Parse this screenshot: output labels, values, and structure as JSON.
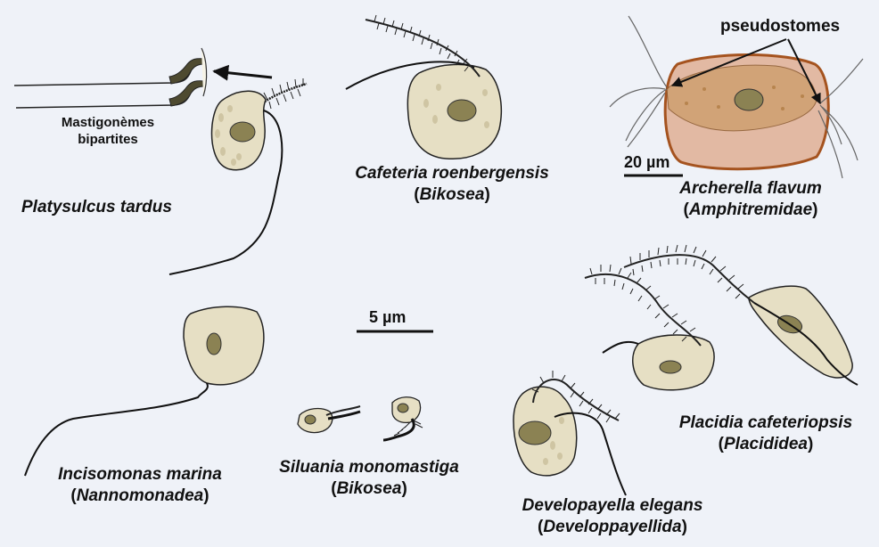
{
  "annotations": {
    "mastigonemes_line1": "Mastigonèmes",
    "mastigonemes_line2": "bipartites",
    "pseudostomes": "pseudostomes"
  },
  "scale_bars": {
    "small": "5 µm",
    "large": "20 µm"
  },
  "species": {
    "platysulcus": {
      "name": "Platysulcus tardus"
    },
    "cafeteria": {
      "name": "Cafeteria roenbergensis",
      "group": "Bikosea"
    },
    "archerella": {
      "name": "Archerella flavum",
      "group": "Amphitremidae"
    },
    "incisomonas": {
      "name": "Incisomonas marina",
      "group": "Nannomonadea"
    },
    "siluania": {
      "name": "Siluania monomastiga",
      "group": "Bikosea"
    },
    "developayella": {
      "name": "Developayella elegans",
      "group": "Developpayellida"
    },
    "placidia": {
      "name": "Placidia cafeteriopsis",
      "group": "Placididea"
    }
  },
  "colors": {
    "background": "#eff2f8",
    "cell_fill": "#e6dfc4",
    "nucleus": "#8b8253",
    "granule": "#cfc5a3",
    "test_outline": "#a5531f",
    "test_fill": "#e2b9a3",
    "mastigoneme": "#4e4a30"
  }
}
